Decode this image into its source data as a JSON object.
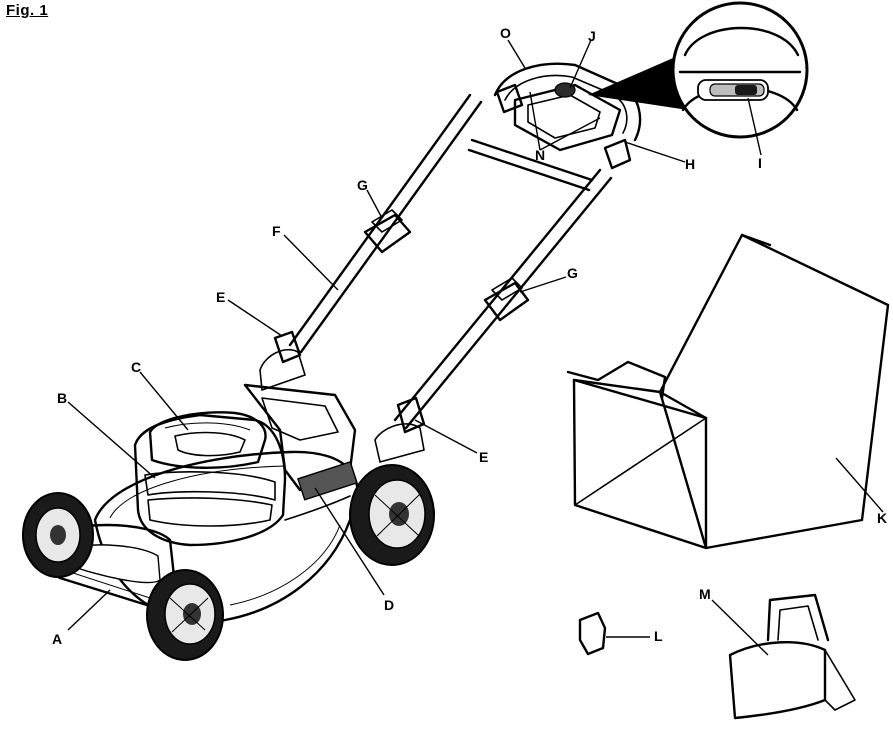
{
  "figure": {
    "title": "Fig. 1"
  },
  "callouts": {
    "A": "A",
    "B": "B",
    "C": "C",
    "D": "D",
    "E_upper": "E",
    "E_lower": "E",
    "F": "F",
    "G_upper": "G",
    "G_lower": "G",
    "H": "H",
    "I": "I",
    "J": "J",
    "K": "K",
    "L": "L",
    "M": "M",
    "N": "N",
    "O": "O"
  }
}
